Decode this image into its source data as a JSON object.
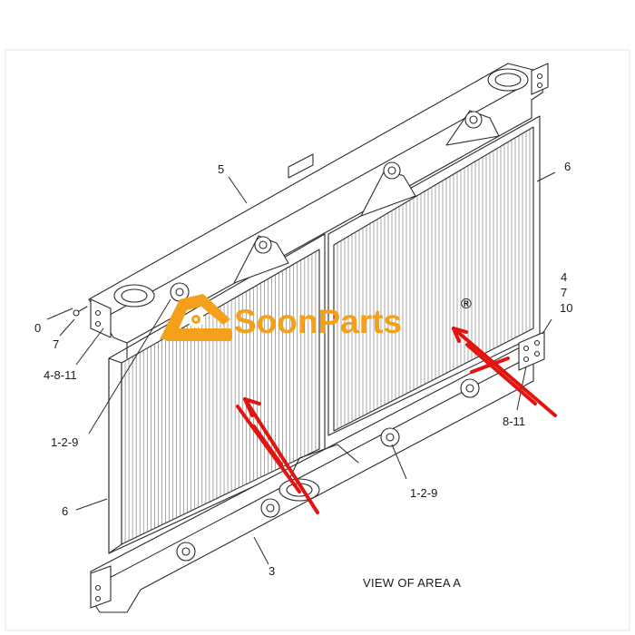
{
  "brand": {
    "name": "SoonParts",
    "registered_mark": "®",
    "color": "#f5a01a"
  },
  "caption": "VIEW OF AREA  A",
  "callouts": {
    "c5": "5",
    "c6_top": "6",
    "c6_left": "6",
    "c3": "3",
    "c129_left": "1-2-9",
    "c129_bottom": "1-2-9",
    "c4811": "4-8-11",
    "c7": "7",
    "c0": "0",
    "c811": "8-11",
    "r4": "4",
    "r7": "7",
    "r10": "10"
  },
  "colors": {
    "line": "#2b2b2b",
    "arrow": "#e3140f"
  }
}
